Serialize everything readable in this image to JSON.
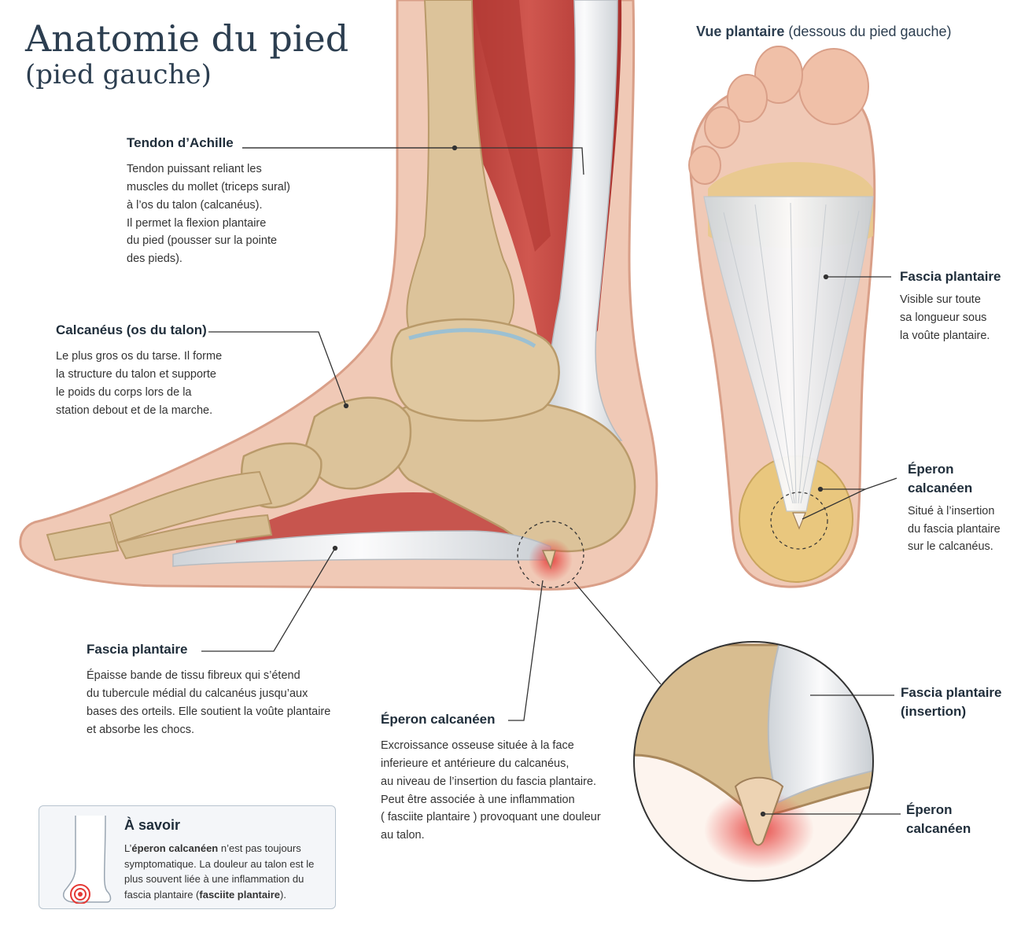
{
  "title": {
    "line1": "Anatomie du pied",
    "line2": "(pied gauche)"
  },
  "plantar_view": {
    "title_bold": "Vue plantaire",
    "title_rest": " (dessous du pied gauche)"
  },
  "labels": {
    "achille": {
      "title": "Tendon d’Achille",
      "text": "Tendon puissant reliant les\nmuscles du mollet (triceps sural)\nà l’os du talon (calcanéus).\nIl permet la flexion plantaire\ndu pied (pousser sur la pointe\ndes pieds)."
    },
    "calcaneus": {
      "title": "Calcanéus (os du talon)",
      "text": "Le plus gros os du tarse. Il forme\nla structure du talon et supporte\nle poids du corps lors de la\nstation debout et de la marche."
    },
    "fascia": {
      "title": "Fascia plantaire",
      "text": "Épaisse bande de tissu fibreux qui s’étend\ndu tubercule médial du calcanéus jusqu’aux\nbases des orteils. Elle soutient la voûte plantaire\net absorbe les chocs."
    },
    "eperon": {
      "title": "Éperon calcanéen",
      "text": "Excroissance osseuse située à la face\ninferieure et antérieure du calcanéus,\nau niveau de l’insertion du fascia plantaire.\nPeut être associée à une inflammation\n( fasciite plantaire ) provoquant une douleur\nau talon."
    },
    "fascia_plantar": {
      "title": "Fascia plantaire",
      "text": "Visible sur toute\nsa longueur sous\nla voûte plantaire."
    },
    "eperon_plantar": {
      "title": "Éperon\ncalcanéen",
      "text": "Situé à l’insertion\ndu fascia plantaire\nsur le calcanéus."
    },
    "zoom_fascia": {
      "title": "Fascia plantaire\n(insertion)"
    },
    "zoom_eperon": {
      "title": "Éperon\ncalcanéen"
    }
  },
  "savoir": {
    "title": "À savoir",
    "text_pre": "L’",
    "text_bold1": "éperon calcanéen",
    "text_mid": " n’est pas toujours symptomatique. La douleur au talon est le plus souvent liée à une inflammation du fascia plantaire (",
    "text_bold2": "fasciite plantaire",
    "text_post": ")."
  },
  "colors": {
    "bone": "#dcc39a",
    "bone_dark": "#b99a6a",
    "skin": "#f0c9b6",
    "skin_edge": "#d99f88",
    "muscle": "#c0413c",
    "tendon": "#eef0f2",
    "leader": "#333333",
    "inflammation": "#e53935",
    "title": "#2c3e50"
  }
}
